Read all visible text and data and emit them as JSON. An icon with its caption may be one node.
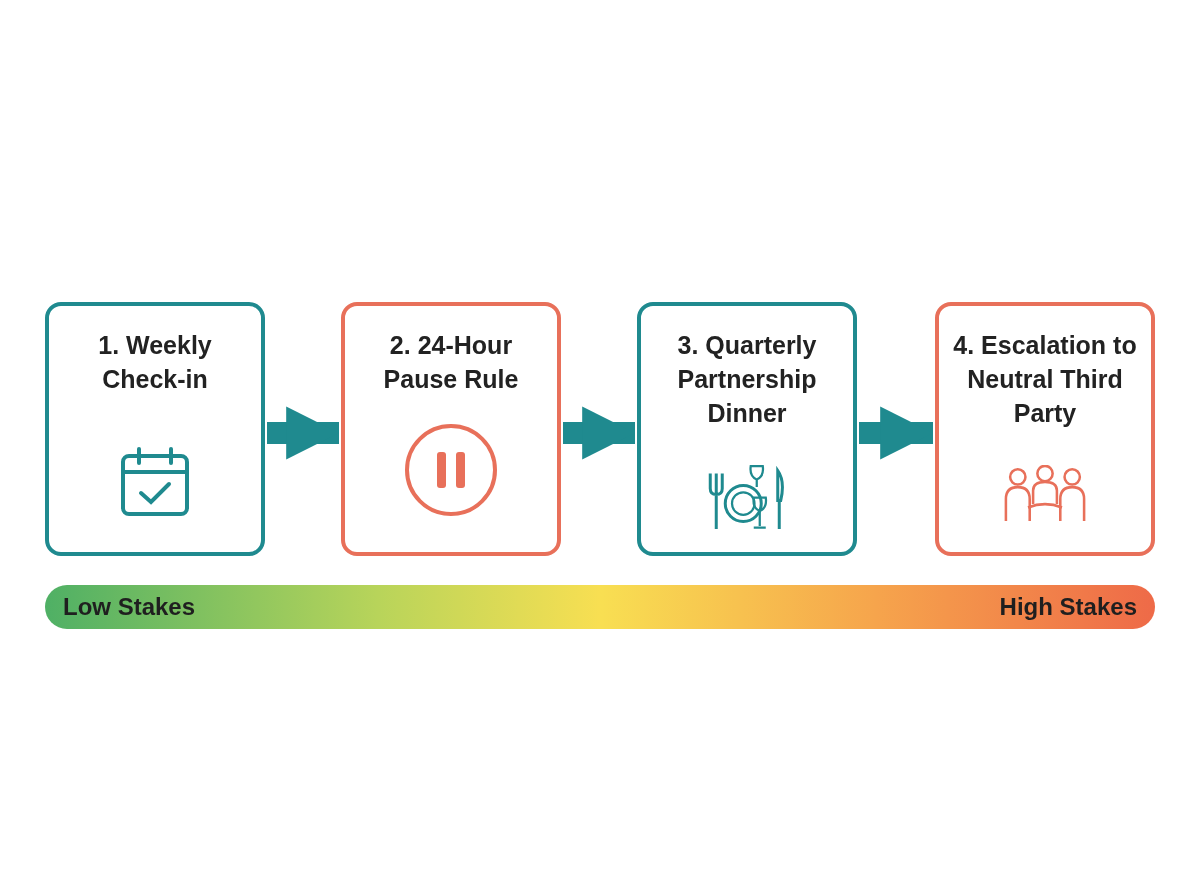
{
  "diagram": {
    "nodes": [
      {
        "text": [
          "1. Weekly Check-in"
        ]
      },
      {
        "text": [
          "2. 24-Hour Pause Rule"
        ]
      },
      {
        "text": [
          "3. Quarterly Partnership Dinner"
        ]
      },
      {
        "text": [
          "4. Escalation to Neutral Third Party"
        ]
      }
    ],
    "edges": [
      {
        "from": 0,
        "to": 1,
        "arrow": "to"
      },
      {
        "from": 1,
        "to": 2,
        "arrow": "to"
      },
      {
        "from": 2,
        "to": 3,
        "arrow": "to"
      }
    ],
    "labels": [
      "Low Stakes",
      "High Stakes"
    ]
  }
}
